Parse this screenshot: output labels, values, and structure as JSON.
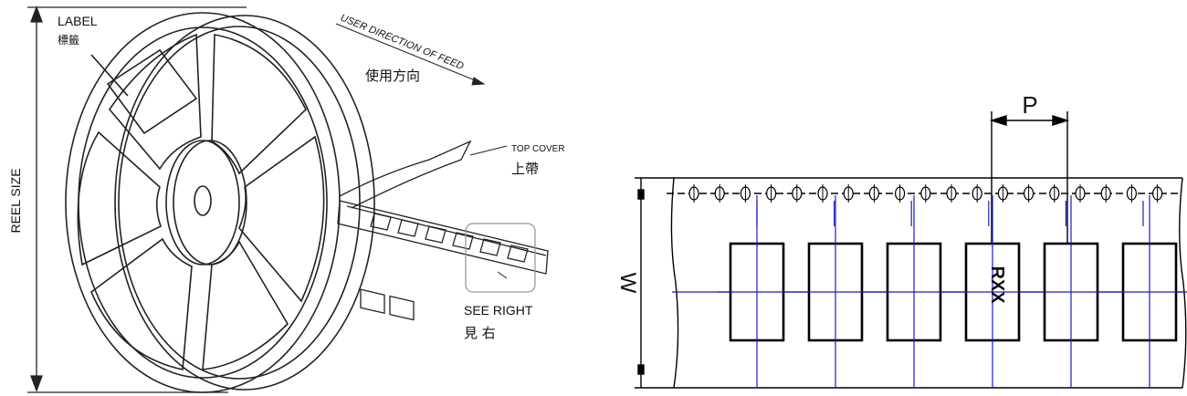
{
  "reel": {
    "label_en": "LABEL",
    "label_zh": "標籤",
    "feed_direction_en": "USER DIRECTION OF FEED",
    "feed_direction_zh": "使用方向",
    "top_cover_en": "TOP COVER",
    "top_cover_zh": "上帶",
    "see_right_en": "SEE RIGHT",
    "see_right_zh": "見 右",
    "reel_size": "REEL SIZE"
  },
  "tape": {
    "pitch_label": "P",
    "width_label": "W",
    "part_marking": "RXX",
    "pocket_count": 6,
    "sprocket_hole_count": 19,
    "colors": {
      "line": "#000000",
      "center_line": "#1a1acc"
    }
  }
}
